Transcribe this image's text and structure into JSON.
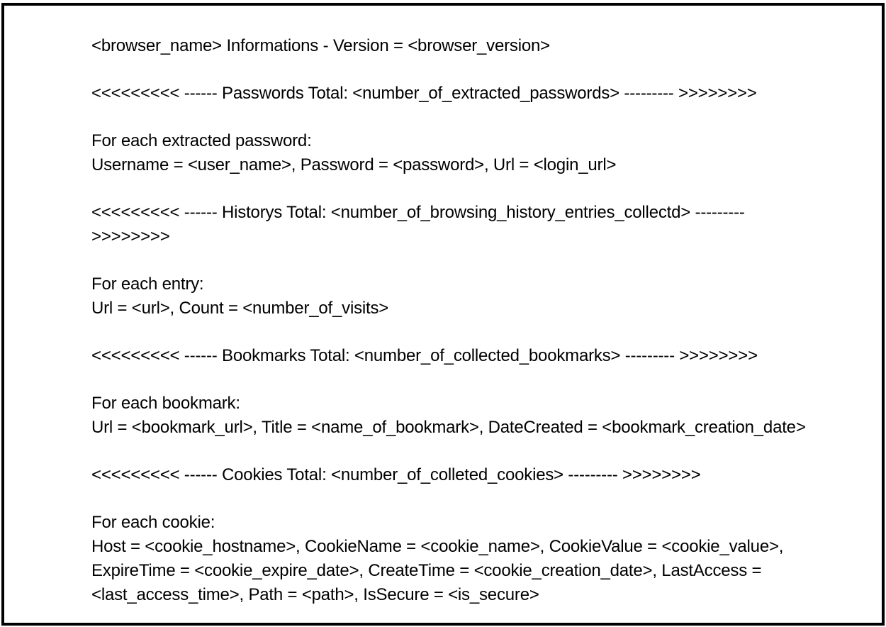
{
  "document": {
    "header": "<browser_name> Informations - Version = <browser_version>",
    "passwords": {
      "section_title": "<<<<<<<<< ------ Passwords Total: <number_of_extracted_passwords> --------- >>>>>>>>",
      "intro": "For each extracted password:",
      "format": "Username = <user_name>, Password = <password>, Url = <login_url>"
    },
    "history": {
      "section_title_line1": "<<<<<<<<< ------ Historys Total: <number_of_browsing_history_entries_collectd> ---------",
      "section_title_line2": ">>>>>>>>",
      "intro": "For each entry:",
      "format": "Url = <url>, Count = <number_of_visits>"
    },
    "bookmarks": {
      "section_title": "<<<<<<<<< ------ Bookmarks Total: <number_of_collected_bookmarks> --------- >>>>>>>>",
      "intro": "For each bookmark:",
      "format": "Url = <bookmark_url>, Title = <name_of_bookmark>, DateCreated = <bookmark_creation_date>"
    },
    "cookies": {
      "section_title": "<<<<<<<<< ------ Cookies Total: <number_of_colleted_cookies> --------- >>>>>>>>",
      "intro": "For each cookie:",
      "format_line1": "Host = <cookie_hostname>, CookieName = <cookie_name>, CookieValue = <cookie_value>,",
      "format_line2": "ExpireTime = <cookie_expire_date>, CreateTime = <cookie_creation_date>, LastAccess =",
      "format_line3": "<last_access_time>, Path = <path>, IsSecure = <is_secure>"
    }
  }
}
